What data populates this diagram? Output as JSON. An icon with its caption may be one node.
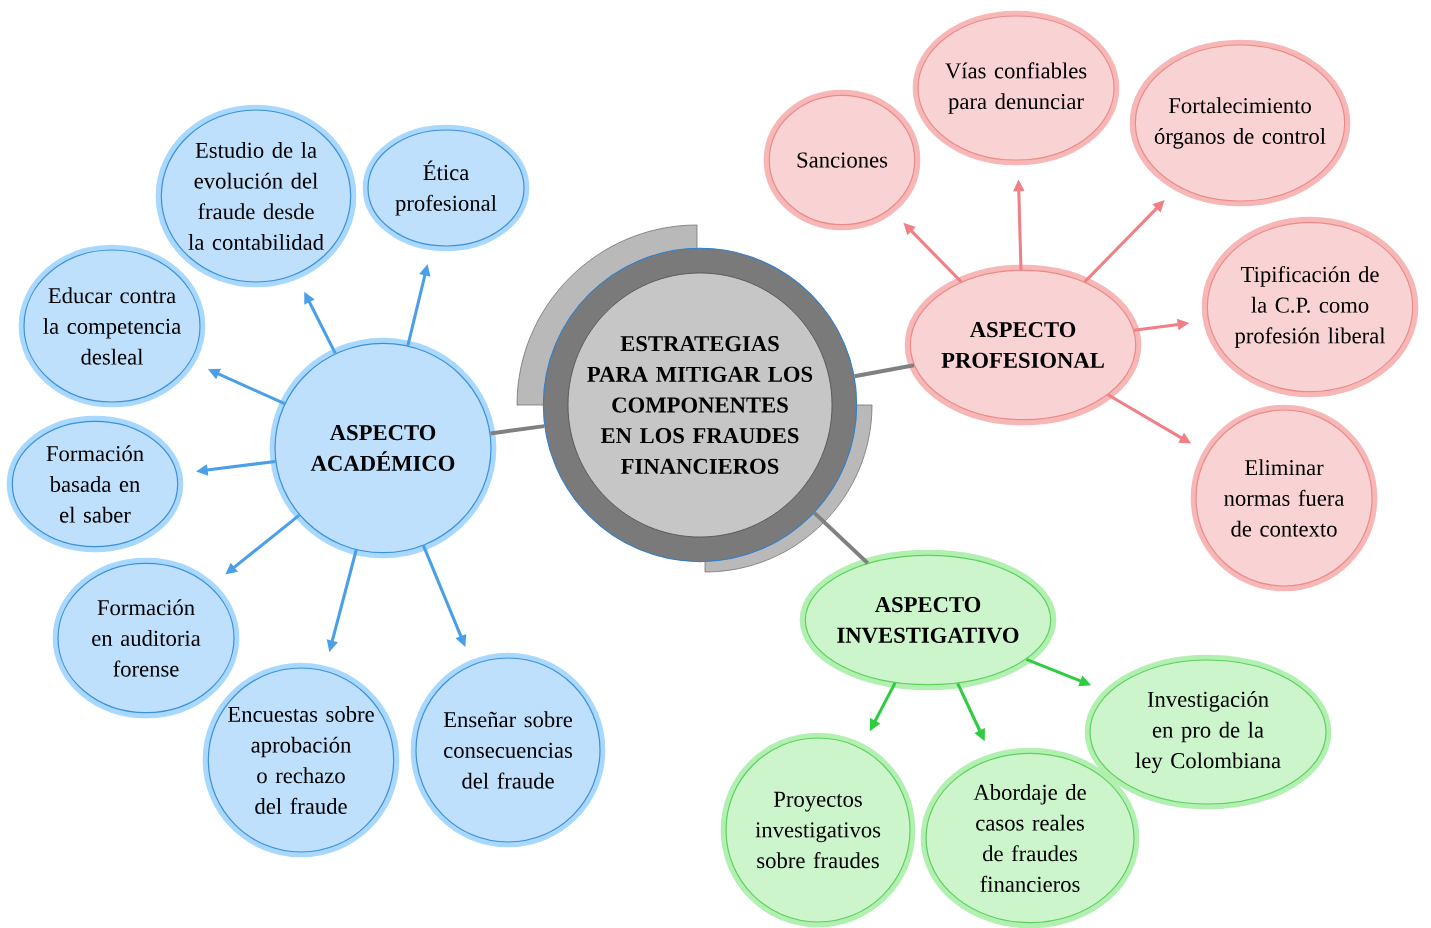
{
  "diagram": {
    "nodes": [
      {
        "text": [
          "ESTRATEGIAS PARA MITIGAR LOS COMPONENTES EN LOS FRAUDES FINANCIEROS"
        ]
      },
      {
        "text": [
          "ASPECTO ACADÉMICO"
        ]
      },
      {
        "text": [
          "Estudio de la evolución del fraude desde la contabilidad"
        ]
      },
      {
        "text": [
          "Ética profesional"
        ]
      },
      {
        "text": [
          "Educar contra la competencia desleal"
        ]
      },
      {
        "text": [
          "Formación basada en el saber"
        ]
      },
      {
        "text": [
          "Formación en auditoria forense"
        ]
      },
      {
        "text": [
          "Encuestas sobre aprobación o rechazo del fraude"
        ]
      },
      {
        "text": [
          "Enseñar sobre consecuencias del fraude"
        ]
      },
      {
        "text": [
          "ASPECTO PROFESIONAL"
        ]
      },
      {
        "text": [
          "Sanciones"
        ]
      },
      {
        "text": [
          "Vías confiables para denunciar"
        ]
      },
      {
        "text": [
          "Fortalecimiento órganos de control"
        ]
      },
      {
        "text": [
          "Tipificación de la C.P. como profesión liberal"
        ]
      },
      {
        "text": [
          "Eliminar normas fuera de contexto"
        ]
      },
      {
        "text": [
          "ASPECTO INVESTIGATIVO"
        ]
      },
      {
        "text": [
          "Proyectos investigativos sobre fraudes"
        ]
      },
      {
        "text": [
          "Abordaje de casos reales de fraudes financieros"
        ]
      },
      {
        "text": [
          "Investigación en pro de la ley Colombiana"
        ]
      }
    ],
    "edges": [
      {
        "from": 0,
        "to": 1,
        "arrow": "none",
        "color": "#808080"
      },
      {
        "from": 0,
        "to": 9,
        "arrow": "none",
        "color": "#808080"
      },
      {
        "from": 0,
        "to": 15,
        "arrow": "none",
        "color": "#808080"
      },
      {
        "from": 1,
        "to": 2,
        "arrow": "to"
      },
      {
        "from": 1,
        "to": 3,
        "arrow": "to"
      },
      {
        "from": 1,
        "to": 4,
        "arrow": "to"
      },
      {
        "from": 1,
        "to": 5,
        "arrow": "to"
      },
      {
        "from": 1,
        "to": 6,
        "arrow": "to"
      },
      {
        "from": 1,
        "to": 7,
        "arrow": "to"
      },
      {
        "from": 1,
        "to": 8,
        "arrow": "to"
      },
      {
        "from": 9,
        "to": 10,
        "arrow": "to",
        "color": "#f07f86"
      },
      {
        "from": 9,
        "to": 11,
        "arrow": "to",
        "color": "#f07f86"
      },
      {
        "from": 9,
        "to": 12,
        "arrow": "to",
        "color": "#f07f86"
      },
      {
        "from": 9,
        "to": 13,
        "arrow": "to",
        "color": "#f07f86"
      },
      {
        "from": 9,
        "to": 14,
        "arrow": "to",
        "color": "#f07f86"
      },
      {
        "from": 15,
        "to": 16,
        "arrow": "to",
        "color": "#2ecc40"
      },
      {
        "from": 15,
        "to": 17,
        "arrow": "to",
        "color": "#2ecc40"
      },
      {
        "from": 15,
        "to": 18,
        "arrow": "to",
        "color": "#2ecc40"
      }
    ]
  }
}
